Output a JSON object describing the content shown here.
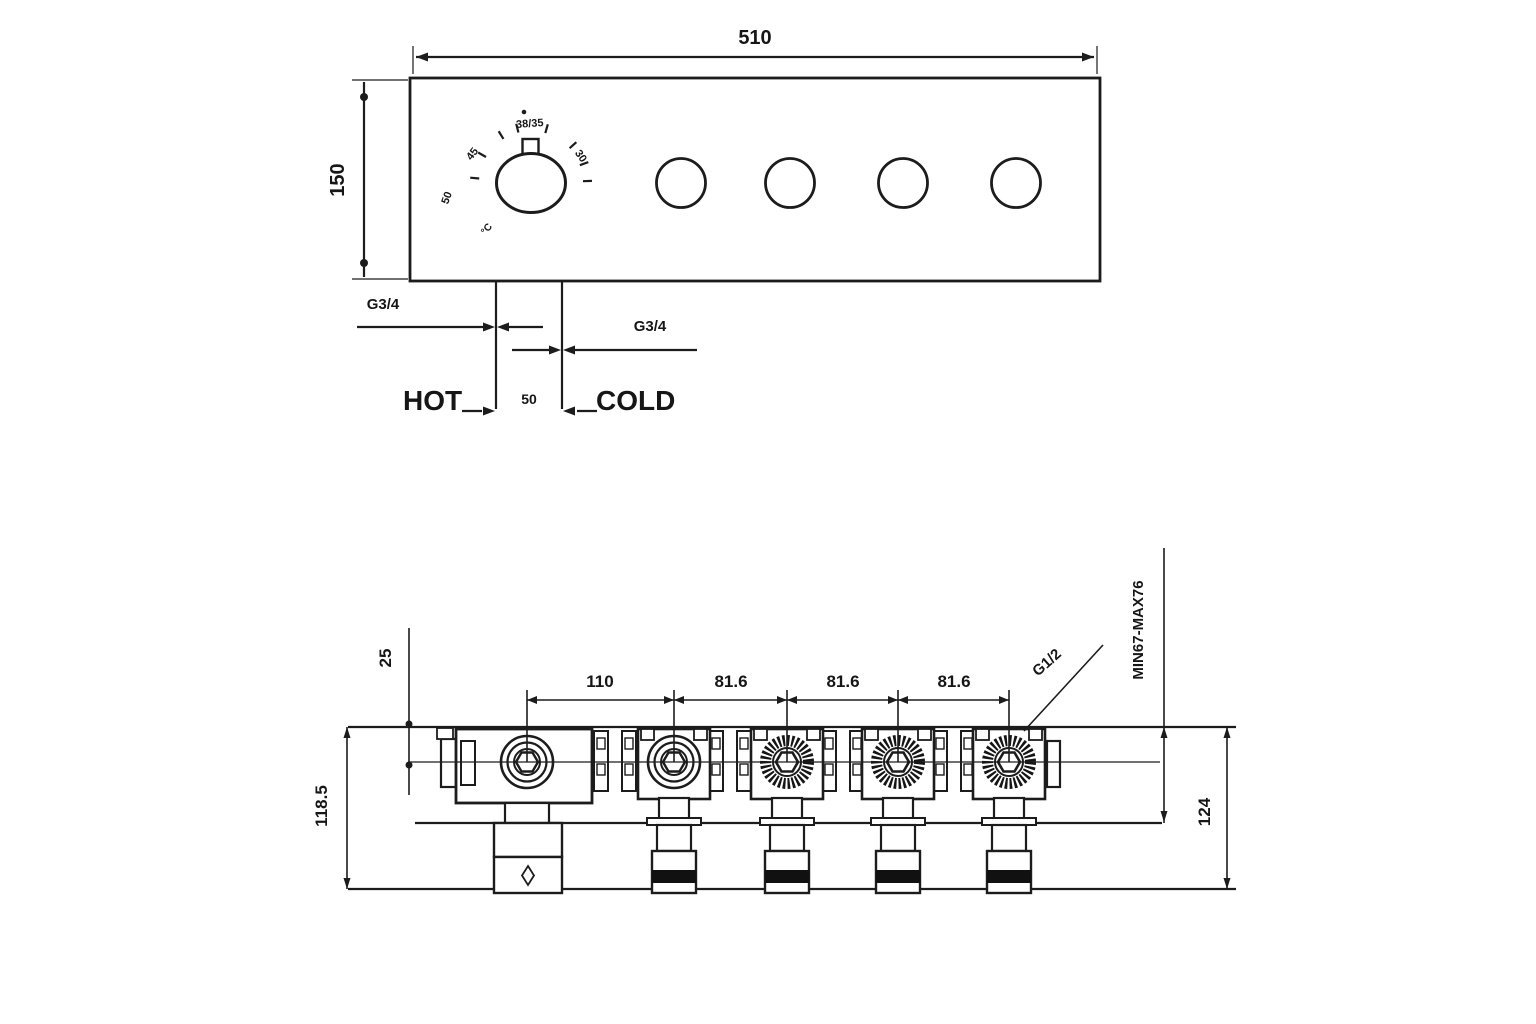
{
  "front_view": {
    "overall_width": "510",
    "overall_height": "150",
    "dial": {
      "mark_top": "38/35",
      "mark_upper_left": "45",
      "mark_left": "50",
      "mark_right": "30",
      "unit": "°C"
    },
    "hot_inlet_thread": "G3/4",
    "cold_inlet_thread": "G3/4",
    "hot_label": "HOT",
    "cold_label": "COLD",
    "inlet_spacing": "50"
  },
  "side_view": {
    "face_to_center": "25",
    "spacings": [
      "110",
      "81.6",
      "81.6",
      "81.6"
    ],
    "height_left": "118.5",
    "height_right": "124",
    "install_depth": "MIN67-MAX76",
    "outlet_thread": "G1/2"
  }
}
